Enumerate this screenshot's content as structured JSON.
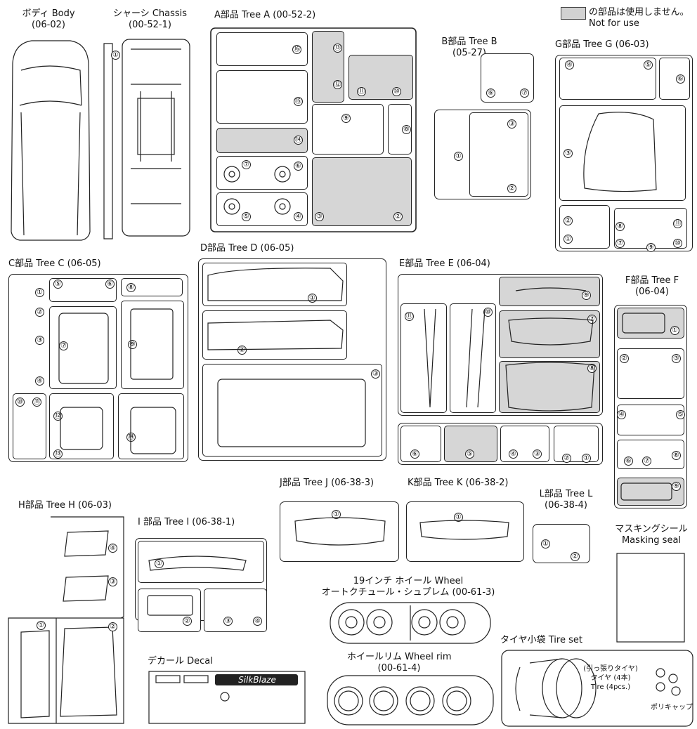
{
  "legend": {
    "ja": "の部品は使用しません。",
    "en": "Not for use"
  },
  "body": {
    "title": "ボディ Body",
    "code": "(06-02)"
  },
  "chassis": {
    "title": "シャーシ Chassis",
    "code": "(00-52-1)"
  },
  "tree_a": {
    "title": "A部品 Tree A (00-52-2)"
  },
  "tree_b": {
    "title": "B部品 Tree B",
    "code": "(05-27)"
  },
  "tree_g": {
    "title": "G部品 Tree G (06-03)"
  },
  "tree_c": {
    "title": "C部品 Tree C (06-05)"
  },
  "tree_d": {
    "title": "D部品 Tree D (06-05)"
  },
  "tree_e": {
    "title": "E部品 Tree E (06-04)"
  },
  "tree_f": {
    "title": "F部品 Tree F",
    "code": "(06-04)"
  },
  "tree_h": {
    "title": "H部品 Tree H (06-03)"
  },
  "tree_i": {
    "title": "I 部品 Tree I (06-38-1)"
  },
  "tree_j": {
    "title": "J部品 Tree J (06-38-3)"
  },
  "tree_k": {
    "title": "K部品 Tree K (06-38-2)"
  },
  "tree_l": {
    "title": "L部品 Tree L",
    "code": "(06-38-4)"
  },
  "masking": {
    "ja": "マスキングシール",
    "en": "Masking seal"
  },
  "wheel": {
    "title": "19インチ ホイール Wheel",
    "sub": "オートクチュール・シュプレム (00-61-3)"
  },
  "decal": {
    "title": "デカール Decal",
    "brand": "SilkBlaze"
  },
  "rim": {
    "title": "ホイールリム Wheel rim",
    "code": "(00-61-4)"
  },
  "tire": {
    "title": "タイヤ小袋 Tire set",
    "line1": "(引っ張りタイヤ)",
    "line2": "タイヤ (4本)",
    "line3": "Tire (4pcs.)",
    "polycap": "ポリキャップ"
  },
  "numbers": [
    "①",
    "②",
    "③",
    "④",
    "⑤",
    "⑥",
    "⑦",
    "⑧",
    "⑨",
    "⑩",
    "⑪",
    "⑫",
    "⑬",
    "⑭",
    "⑮",
    "⑯"
  ],
  "colors": {
    "unused": "#d6d6d6",
    "line": "#222222"
  }
}
